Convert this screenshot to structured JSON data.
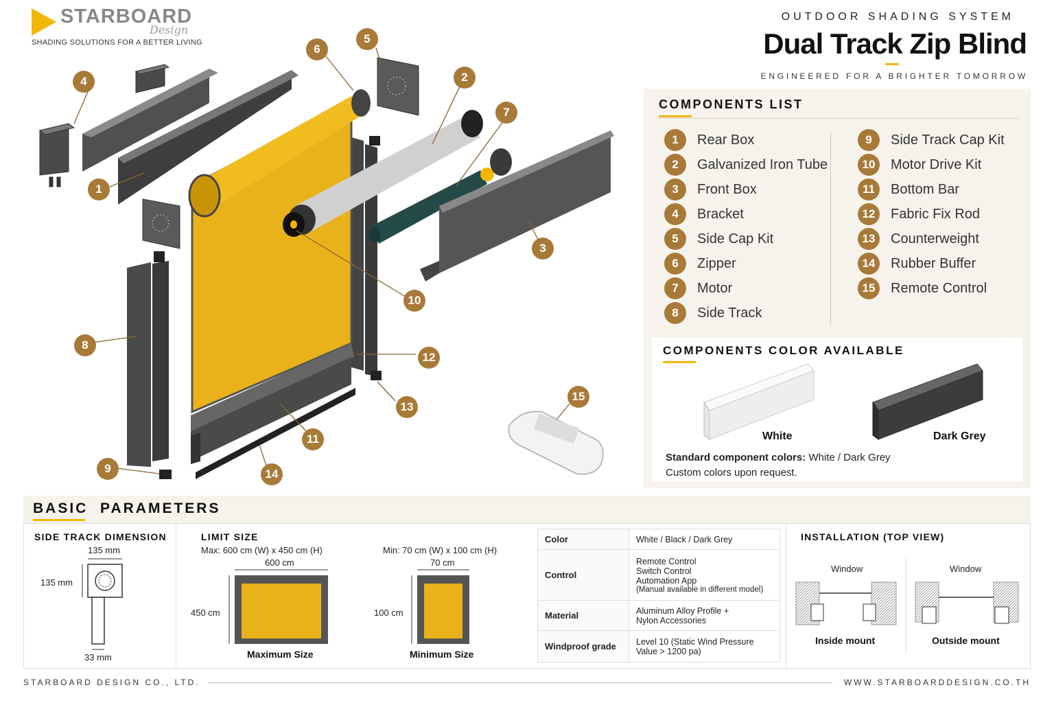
{
  "brand": {
    "name": "STARBOARD",
    "sub": "Design",
    "tagline": "SHADING SOLUTIONS FOR A BETTER LIVING"
  },
  "header": {
    "system": "OUTDOOR SHADING SYSTEM",
    "title": "Dual Track Zip Blind",
    "subtitle": "ENGINEERED FOR A BRIGHTER TOMORROW"
  },
  "components": {
    "title": "COMPONENTS LIST",
    "left": [
      {
        "n": "1",
        "label": "Rear Box"
      },
      {
        "n": "2",
        "label": "Galvanized Iron Tube"
      },
      {
        "n": "3",
        "label": "Front Box"
      },
      {
        "n": "4",
        "label": "Bracket"
      },
      {
        "n": "5",
        "label": "Side Cap Kit"
      },
      {
        "n": "6",
        "label": "Zipper"
      },
      {
        "n": "7",
        "label": "Motor"
      },
      {
        "n": "8",
        "label": "Side Track"
      }
    ],
    "right": [
      {
        "n": "9",
        "label": "Side Track Cap Kit"
      },
      {
        "n": "10",
        "label": "Motor Drive Kit"
      },
      {
        "n": "11",
        "label": "Bottom Bar"
      },
      {
        "n": "12",
        "label": "Fabric Fix Rod"
      },
      {
        "n": "13",
        "label": "Counterweight"
      },
      {
        "n": "14",
        "label": "Rubber Buffer"
      },
      {
        "n": "15",
        "label": "Remote Control"
      }
    ]
  },
  "colors_available": {
    "title": "COMPONENTS COLOR AVAILABLE",
    "swatches": [
      {
        "label": "White",
        "color": "#f2f2f2"
      },
      {
        "label": "Dark Grey",
        "color": "#3c3c3c"
      }
    ],
    "standard_label": "Standard component colors:",
    "standard_value": " White / Dark Grey",
    "custom": "Custom colors upon request."
  },
  "callouts": {
    "c1": "1",
    "c2": "2",
    "c3": "3",
    "c4": "4",
    "c5": "5",
    "c6": "6",
    "c7": "7",
    "c8": "8",
    "c9": "9",
    "c10": "10",
    "c11": "11",
    "c12": "12",
    "c13": "13",
    "c14": "14",
    "c15": "15"
  },
  "basic": {
    "title": "BASIC  PARAMETERS",
    "side_track": {
      "title": "SIDE TRACK DIMENSION",
      "top": "135 mm",
      "side": "135 mm",
      "bottom": "33 mm"
    },
    "limit": {
      "title": "LIMIT SIZE",
      "max_text": "Max: 600 cm (W) x 450 cm (H)",
      "max_w": "600 cm",
      "max_h": "450 cm",
      "max_caption": "Maximum Size",
      "min_text": "Min: 70 cm (W) x 100 cm (H)",
      "min_w": "70 cm",
      "min_h": "100 cm",
      "min_caption": "Minimum Size"
    },
    "spec": {
      "color_k": "Color",
      "color_v": "White / Black / Dark Grey",
      "control_k": "Control",
      "control_v1": "Remote Control",
      "control_v2": "Switch Control",
      "control_v3": "Automation App",
      "control_v4": "(Manual available in different model)",
      "material_k": "Material",
      "material_v1": "Aluminum Alloy Profile +",
      "material_v2": "Nylon Accessories",
      "wind_k": "Windproof grade",
      "wind_v1": "Level 10 (Static Wind Pressure",
      "wind_v2": "Value > 1200 pa)"
    },
    "install": {
      "title": "INSTALLATION (TOP VIEW)",
      "window1": "Window",
      "window2": "Window",
      "inside": "Inside mount",
      "outside": "Outside mount"
    }
  },
  "footer": {
    "company": "STARBOARD DESIGN CO., LTD.",
    "website": "WWW.STARBOARDDESIGN.CO.TH"
  },
  "palette": {
    "accent": "#f2b705",
    "bronze": "#a87a38",
    "fabric": "#e9b21a",
    "steel": "#4a4a4a"
  }
}
